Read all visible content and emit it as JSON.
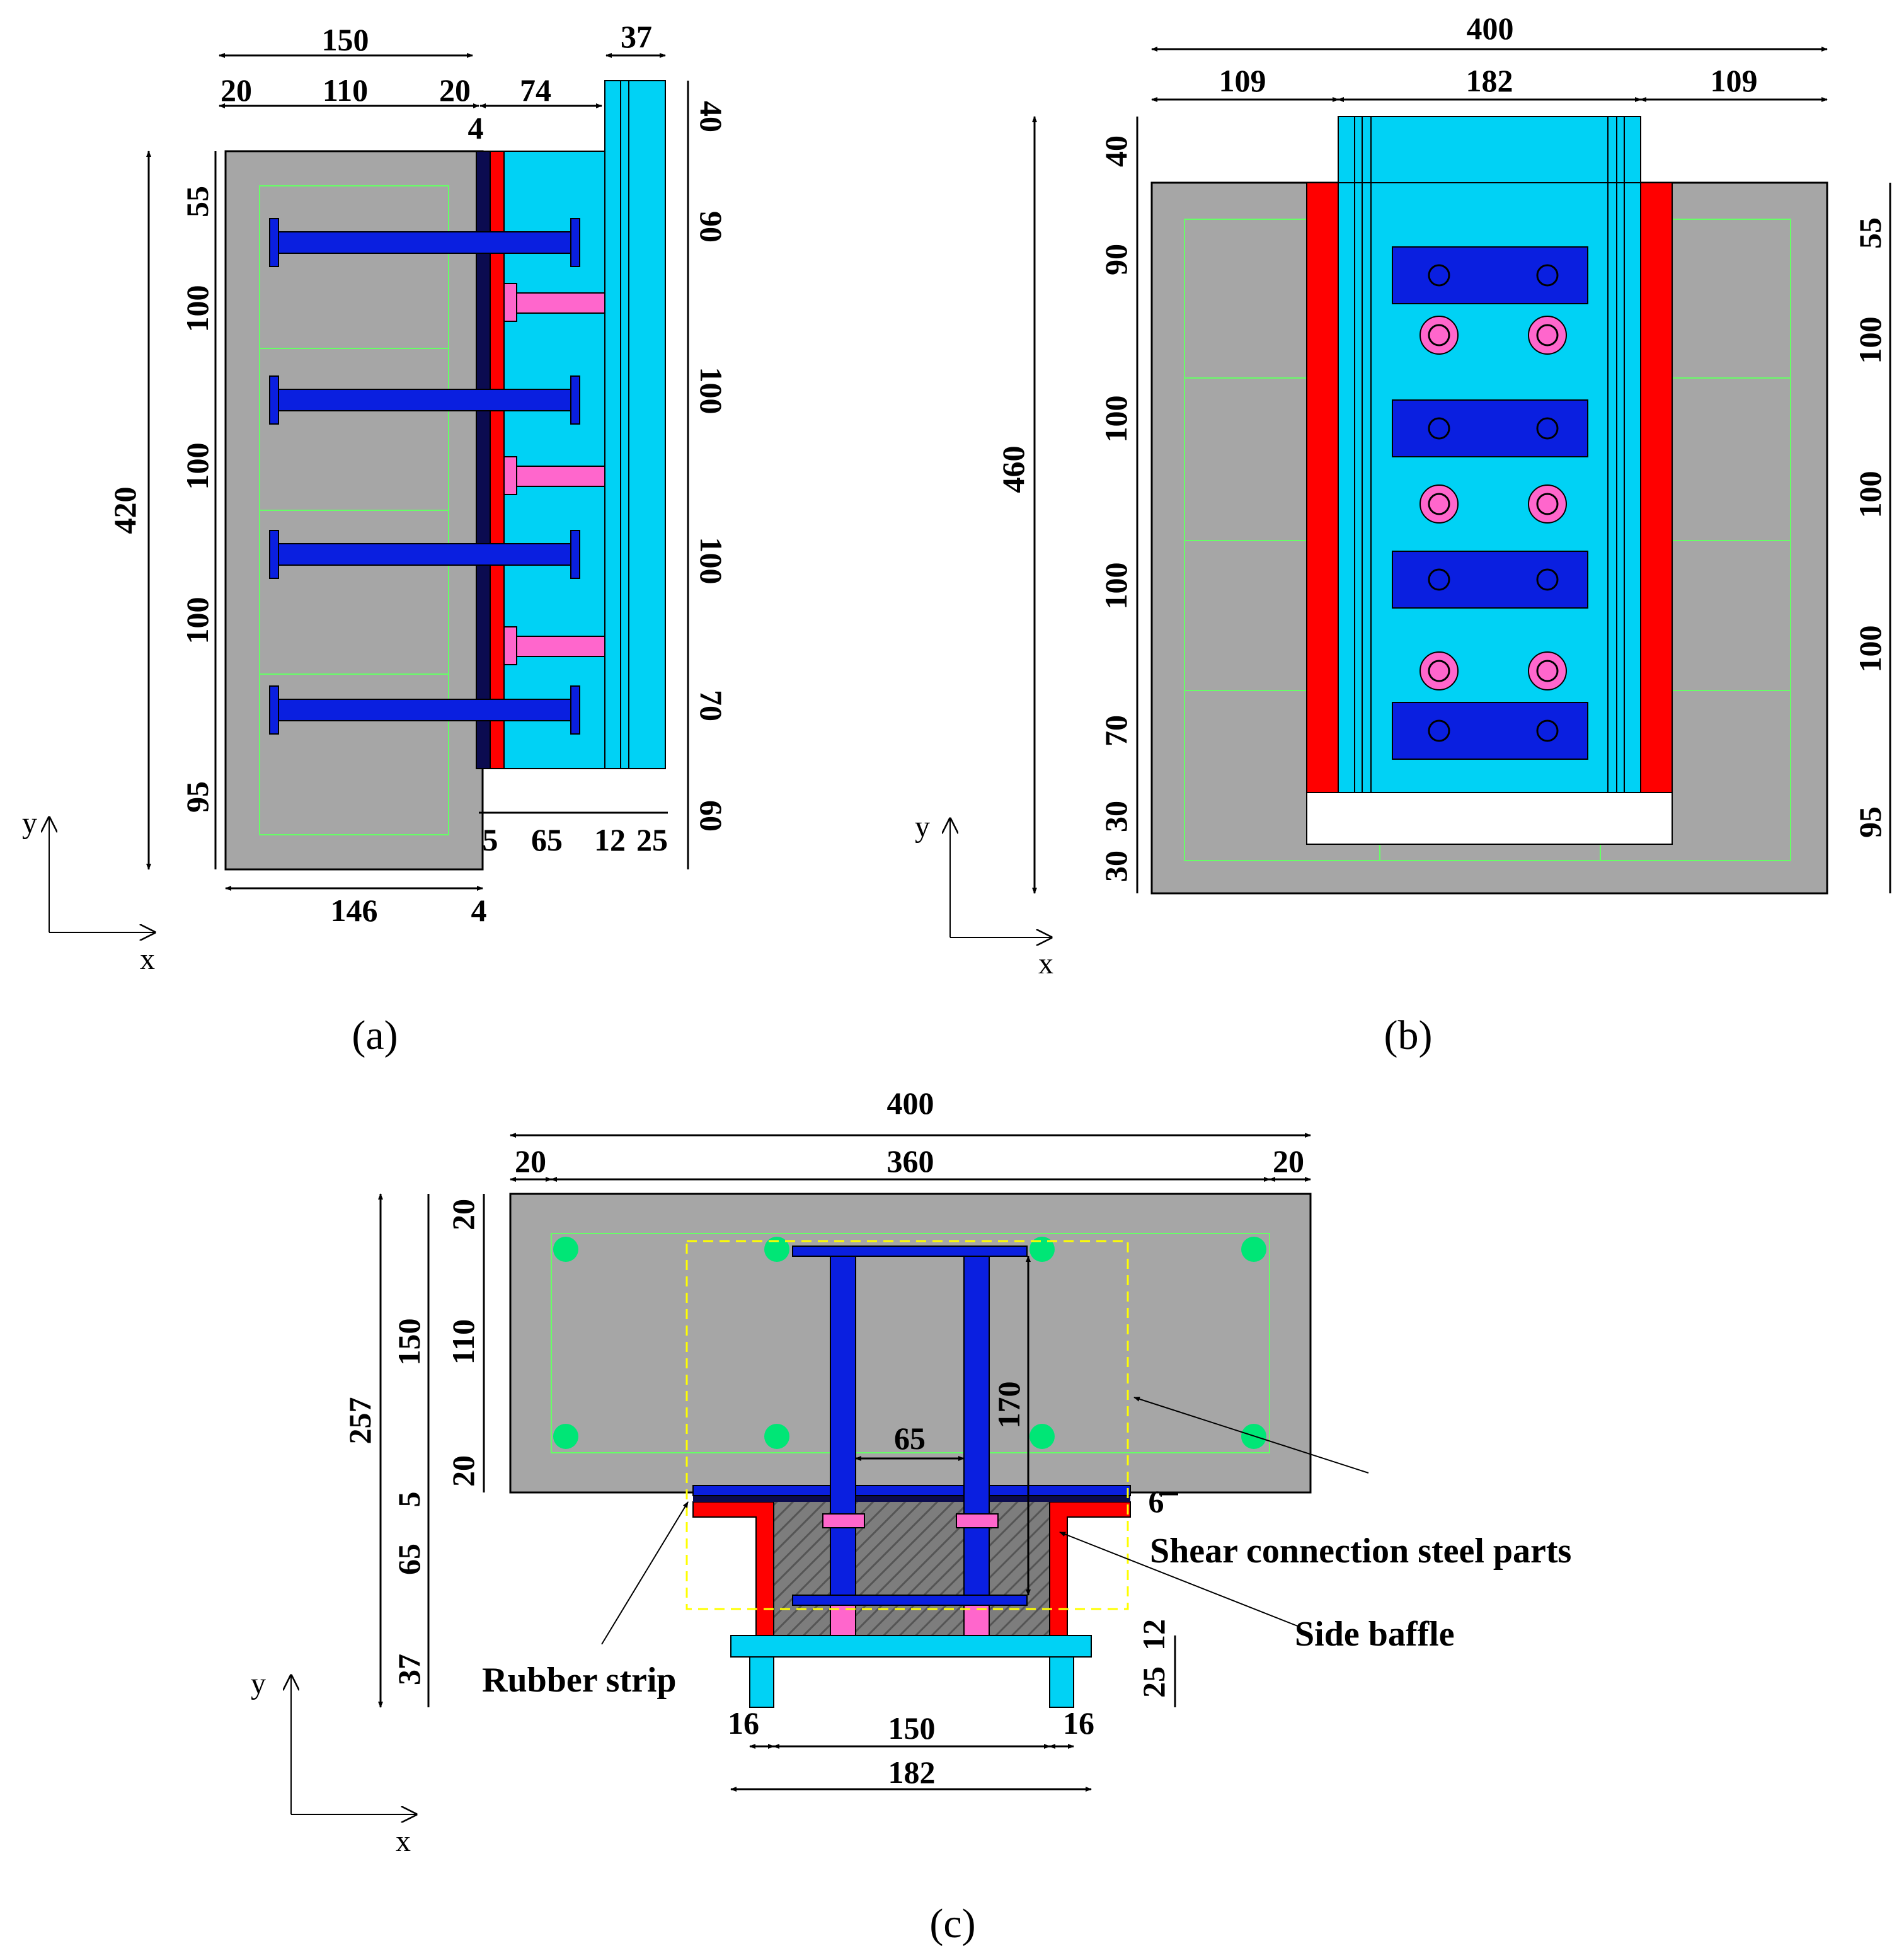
{
  "colors": {
    "concrete": "#a6a6a6",
    "steel_blue": "#0a1fe0",
    "baffle_red": "#ff0000",
    "cyan": "#00d2f5",
    "magenta": "#ff66cc",
    "rebar_green": "#00e676",
    "outline_green": "#66ff66",
    "dash_yellow": "#ffff00",
    "dark_navy": "#0b0b50"
  },
  "panel_a": {
    "caption": "(a)",
    "axis_x": "x",
    "axis_y": "y",
    "top_dims": [
      "150",
      "20",
      "110",
      "20",
      "74",
      "37",
      "4"
    ],
    "left_dims": [
      "420",
      "55",
      "100",
      "100",
      "100",
      "95"
    ],
    "right_dims": [
      "40",
      "90",
      "100",
      "100",
      "70",
      "60"
    ],
    "bottom_dims": [
      "5",
      "65",
      "12",
      "25",
      "146",
      "4"
    ]
  },
  "panel_b": {
    "caption": "(b)",
    "axis_x": "x",
    "axis_y": "y",
    "top_dims": [
      "400",
      "109",
      "182",
      "109"
    ],
    "left_dims": [
      "460",
      "40",
      "90",
      "100",
      "100",
      "70",
      "30",
      "30"
    ],
    "right_dims": [
      "55",
      "100",
      "100",
      "100",
      "95"
    ]
  },
  "panel_c": {
    "caption": "(c)",
    "axis_x": "x",
    "axis_y": "y",
    "top_dims": [
      "400",
      "20",
      "360",
      "20"
    ],
    "left_dims": [
      "257",
      "150",
      "5",
      "65",
      "37",
      "20",
      "110",
      "20"
    ],
    "inner_dims": [
      "170",
      "65",
      "6"
    ],
    "right_dims": [
      "12",
      "25"
    ],
    "bottom_dims": [
      "16",
      "150",
      "16",
      "182"
    ],
    "labels": {
      "shear": "Shear connection steel parts",
      "baffle": "Side baffle",
      "rubber": "Rubber strip"
    }
  }
}
